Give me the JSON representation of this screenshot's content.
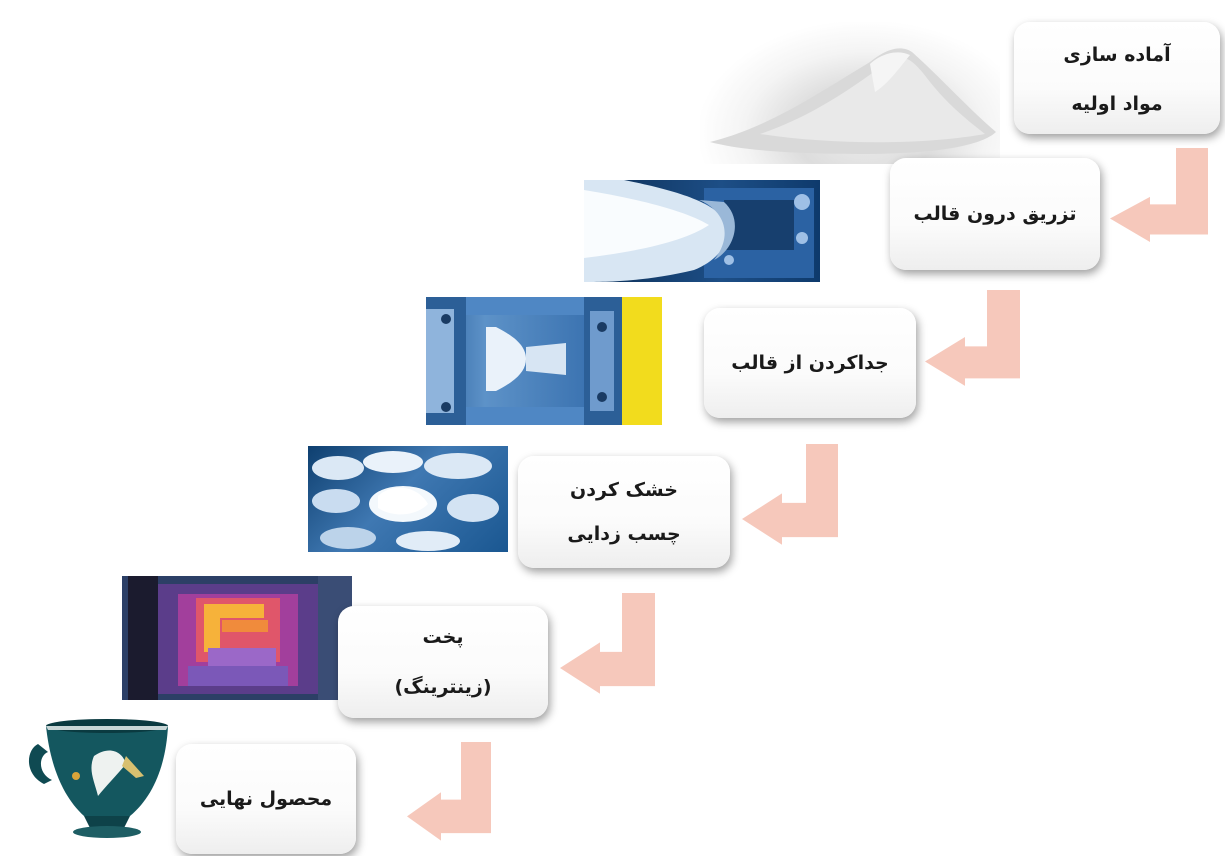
{
  "steps": [
    {
      "lines": [
        "آماده سازی",
        "مواد اولیه"
      ]
    },
    {
      "lines": [
        "تزریق درون قالب"
      ]
    },
    {
      "lines": [
        "جداکردن از قالب"
      ]
    },
    {
      "lines": [
        "خشک کردن",
        "چسب زدایی"
      ]
    },
    {
      "lines": [
        "پخت",
        "(زینترینگ)"
      ]
    },
    {
      "lines": [
        "محصول نهایی"
      ]
    }
  ],
  "photos": [
    {
      "icon": "powder-pile-icon"
    },
    {
      "icon": "injection-molding-machine-icon"
    },
    {
      "icon": "mold-open-icon"
    },
    {
      "icon": "drying-parts-icon"
    },
    {
      "icon": "sintering-furnace-icon"
    },
    {
      "icon": "ceramic-cup-icon"
    }
  ],
  "colors": {
    "arrow": "#f6c8bb",
    "box_text": "#1a1a1a",
    "box_background": "#ffffff"
  }
}
